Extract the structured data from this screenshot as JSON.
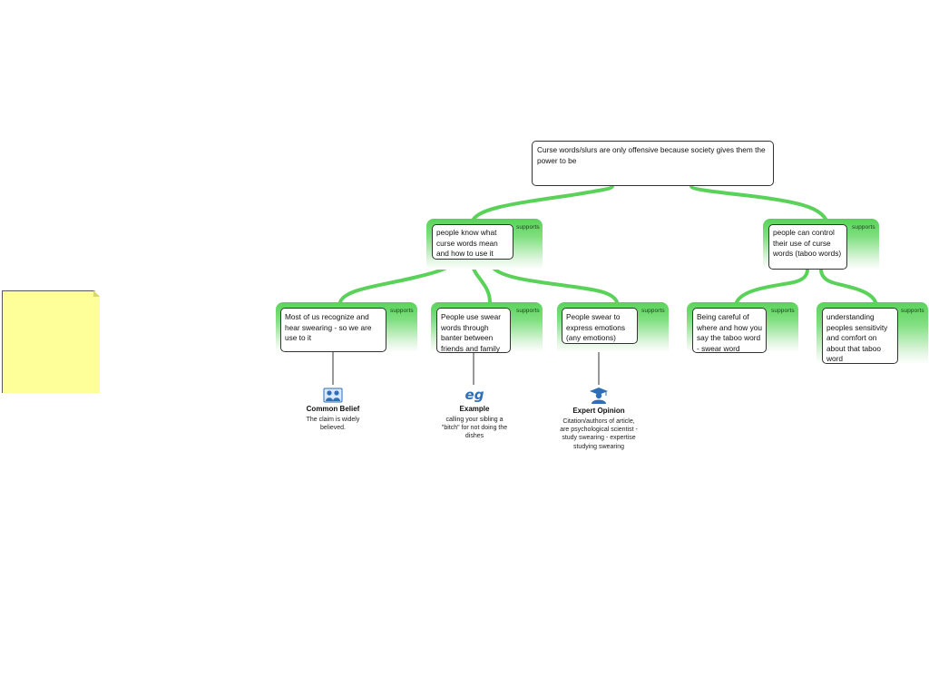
{
  "note": {
    "text": ""
  },
  "main_claim": {
    "text": "Curse words/slurs are only offensive because society gives them the power to be"
  },
  "relation_label": "supports",
  "claims": [
    {
      "id": "b1",
      "text": "people know what curse words mean and how to use it"
    },
    {
      "id": "b2",
      "text": "people can control their use of curse words (taboo words)"
    },
    {
      "id": "c1",
      "text": "Most of us recognize and hear swearing - so we are use to it"
    },
    {
      "id": "c2",
      "text": "People use swear words through banter between friends and family"
    },
    {
      "id": "c3",
      "text": "People swear to express emotions (any emotions)"
    },
    {
      "id": "c4",
      "text": "Being careful of where and how you say the taboo word - swear word"
    },
    {
      "id": "c5",
      "text": "understanding peoples sensitivity and comfort on about that taboo word"
    }
  ],
  "bases": [
    {
      "icon": "common-belief-icon",
      "title": "Common Belief",
      "desc": "The claim is widely believed."
    },
    {
      "icon": "example-icon",
      "title": "Example",
      "desc": "calling your sibling a \"bitch\" for not doing the dishes"
    },
    {
      "icon": "expert-opinion-icon",
      "title": "Expert Opinion",
      "desc": "Citation/authors of article, are psychological scientist - study swearing - expertise studying swearing"
    }
  ],
  "colors": {
    "link_green": "#5ad25a",
    "note_yellow": "#ffff99",
    "icon_blue": "#2e6fb8"
  }
}
